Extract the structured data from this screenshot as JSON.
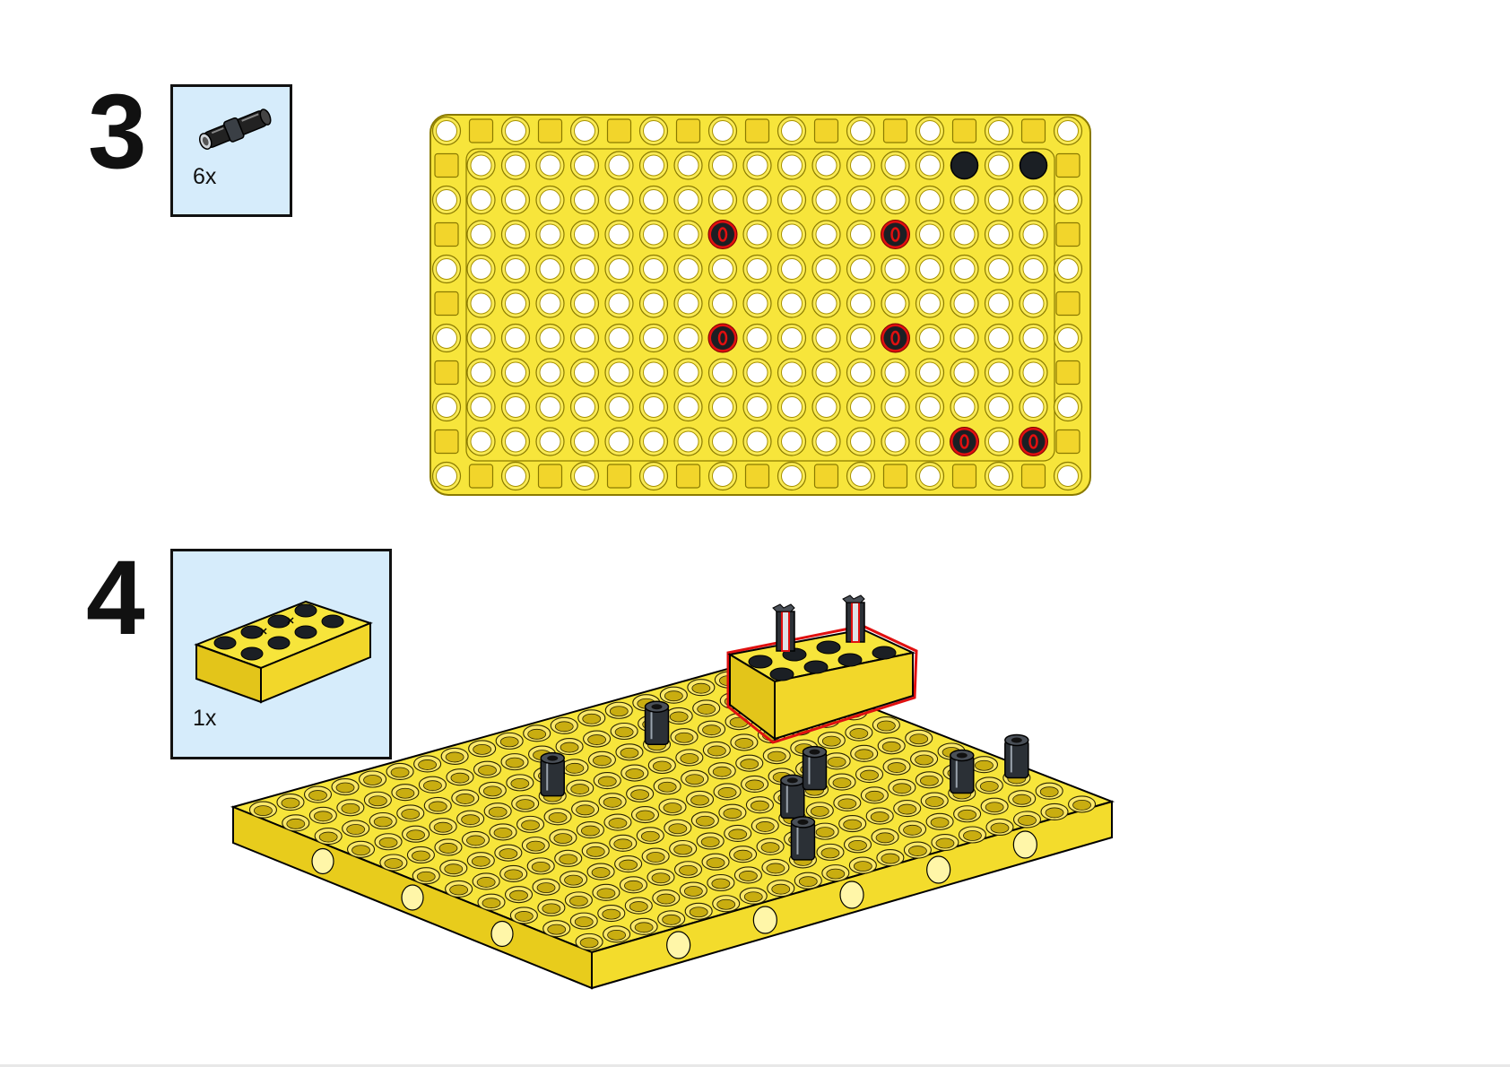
{
  "steps": [
    {
      "number": "3",
      "quantity": "6x",
      "part": "connector-pin-icon"
    },
    {
      "number": "4",
      "quantity": "1x",
      "part": "yellow-brick-2x4-icon"
    }
  ],
  "colors": {
    "plate_yellow": "#f7e53b",
    "plate_outline": "#8a7a00",
    "highlight_red": "#e01010",
    "pin_black": "#1b1f24",
    "parts_box_bg": "#d6ecfb"
  }
}
